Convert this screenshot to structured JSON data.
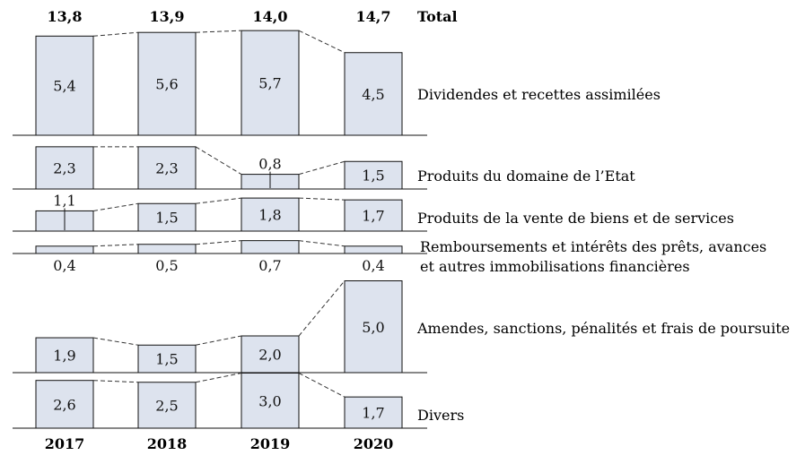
{
  "chart_data": {
    "type": "bar",
    "layout": "stacked-panels",
    "categories": [
      "2017",
      "2018",
      "2019",
      "2020"
    ],
    "totals_label": "Total",
    "totals": [
      "13,8",
      "13,9",
      "14,0",
      "14,7"
    ],
    "series": [
      {
        "name": "Dividendes et recettes assimilées",
        "label_lines": [
          "Dividendes et recettes assimilées"
        ],
        "values": [
          5.4,
          5.6,
          5.7,
          4.5
        ],
        "labels": [
          "5,4",
          "5,6",
          "5,7",
          "4,5"
        ]
      },
      {
        "name": "Produits du domaine de l’Etat",
        "label_lines": [
          "Produits du domaine de l’Etat"
        ],
        "values": [
          2.3,
          2.3,
          0.8,
          1.5
        ],
        "labels": [
          "2,3",
          "2,3",
          "0,8",
          "1,5"
        ]
      },
      {
        "name": "Produits de la vente de biens et de services",
        "label_lines": [
          "Produits de la vente de biens et de services"
        ],
        "values": [
          1.1,
          1.5,
          1.8,
          1.7
        ],
        "labels": [
          "1,1",
          "1,5",
          "1,8",
          "1,7"
        ]
      },
      {
        "name": "Remboursements et intérêts des prêts, avances et autres immobilisations financières",
        "label_lines": [
          "Remboursements et intérêts des prêts, avances",
          "et autres immobilisations financières"
        ],
        "values": [
          0.4,
          0.5,
          0.7,
          0.4
        ],
        "labels": [
          "0,4",
          "0,5",
          "0,7",
          "0,4"
        ]
      },
      {
        "name": "Amendes, sanctions, pénalités et frais de poursuite",
        "label_lines": [
          "Amendes, sanctions, pénalités et frais de poursuite"
        ],
        "values": [
          1.9,
          1.5,
          2.0,
          5.0
        ],
        "labels": [
          "1,9",
          "1,5",
          "2,0",
          "5,0"
        ]
      },
      {
        "name": "Divers",
        "label_lines": [
          "Divers"
        ],
        "values": [
          2.6,
          2.5,
          3.0,
          1.7
        ],
        "labels": [
          "2,6",
          "2,5",
          "3,0",
          "1,7"
        ]
      }
    ]
  }
}
